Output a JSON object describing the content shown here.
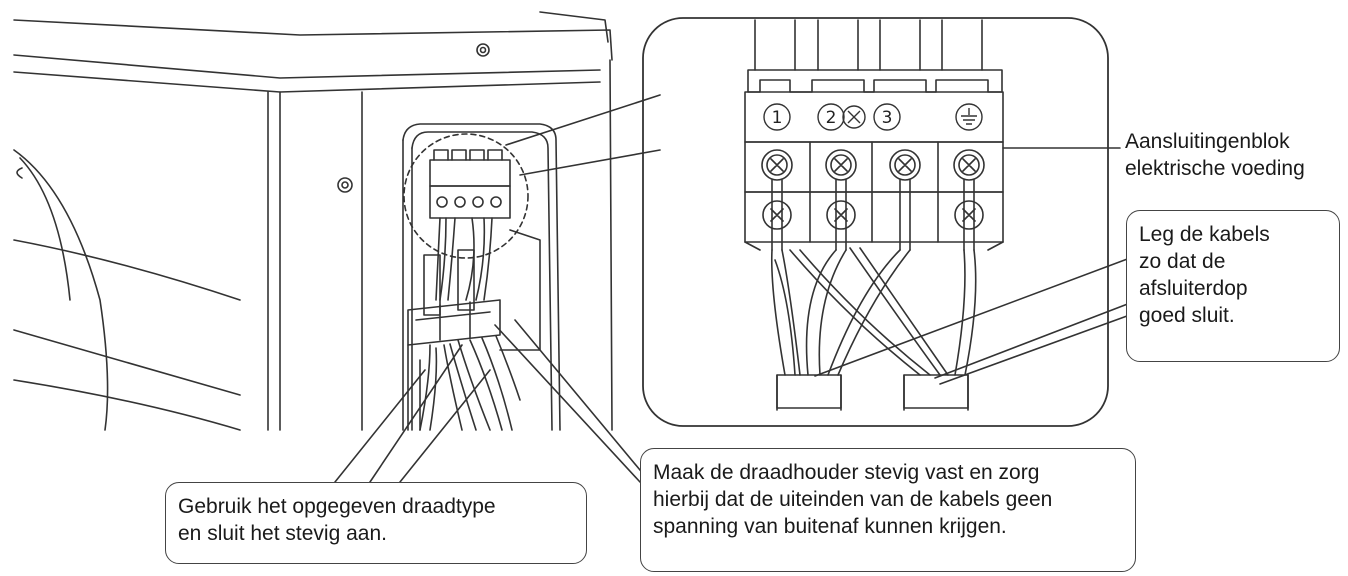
{
  "terminals": {
    "t1": "1",
    "t2": "2",
    "t3": "3"
  },
  "labels": {
    "block_line1": "Aansluitingenblok",
    "block_line2": "elektrische voeding",
    "cables_line1": "Leg de kabels",
    "cables_line2": "zo dat de",
    "cables_line3": "afsluiterdop",
    "cables_line4": "goed sluit.",
    "wire_line1": "Gebruik het opgegeven draadtype",
    "wire_line2": "en sluit het stevig aan.",
    "holder_line1": "Maak de draadhouder stevig vast en zorg",
    "holder_line2": "hierbij dat de uiteinden van de kabels geen",
    "holder_line3": "spanning van buitenaf kunnen krijgen."
  },
  "icons": [
    "screw-icon",
    "ground-symbol-icon",
    "terminal-number-icon"
  ],
  "colors": {
    "line": "#333333",
    "background": "#ffffff"
  }
}
